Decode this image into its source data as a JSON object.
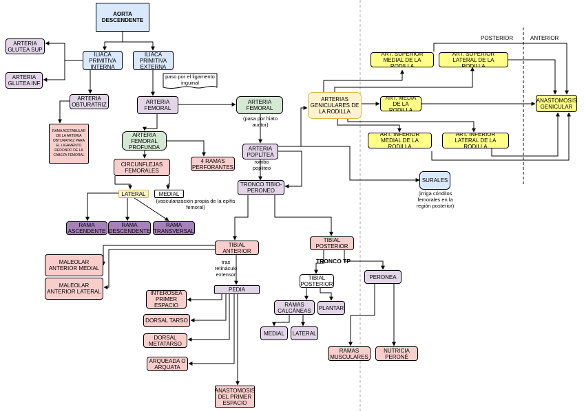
{
  "nodes": {
    "aorta": "AORTA DESCENDENTE",
    "iliaca_interna": "ILIACA PRIMITIVA INTERNA",
    "iliaca_externa": "ILIACA PRIMITIVA EXTERNA",
    "glutea_sup": "ARTERIA GLUTEA SUP",
    "glutea_inf": "ARTERIA GLUTEA INF",
    "obturatriz": "ARTERIA OBTURATRIZ",
    "rama_acetabular": "RAMA ACETABULAR DE LA ARTERIA OBTURATRIZ PARA EL LIGAMENTO REDONDO DE LA CABEZA FEMORAL",
    "arteria_femoral": "ARTERIA FEMORAL",
    "arteria_femoral_2": "ARTERIA FEMORAL",
    "femoral_profunda": "ARTERIA FEMORAL PROFUNDA",
    "ramas_perforantes": "4 RAMAS PERFORANTES",
    "circunflejas": "CIRCUNFLEJAS FEMORALES",
    "lateral": "LATERAL",
    "medial": "MEDIAL",
    "rama_ascendente": "RAMA ASCENDENTE",
    "rama_descendente": "RAMA DESCENDENTE",
    "rama_transversal": "RAMA TRANSVERSAL",
    "poplitea": "ARTERIA POPLÍTEA",
    "geniculares": "ARTERIAS GENICULARES DE LA RODILLA",
    "sup_medial": "ART. SUPERIOR MEDIAL DE LA RODILLA",
    "sup_lateral": "ART. SUPERIOR LATERAL DE LA RODILLA",
    "media": "ART. MEDIA DE LA RODILLA",
    "inf_medial": "ART. INFERIOR MEDIAL DE LA RODILLA",
    "inf_lateral": "ART. INFERIOR LATERAL DE LA RODILLA",
    "anastomosis_genicular": "ANASTOMOSIS GENICULAR",
    "surales": "SURALES",
    "tronco_tibio": "TRONCO TIBIO-PERONEO",
    "tibial_anterior": "TIBIAL ANTERIOR",
    "tibial_posterior": "TIBIAL POSTERIOR",
    "maleolar_medial": "MALEOLAR ANTERIOR MEDIAL",
    "maleolar_lateral": "MALEOLAR ANTERIOR LATERAL",
    "pedia": "PEDIA",
    "interosea": "INTEROSEA PRIMER ESPACIO",
    "dorsal_tarso": "DORSAL TARSO",
    "dorsal_metatarso": "DORSAL METATARSO",
    "arqueada": "ARQUEADA O ARQUATA",
    "anastomosis_primer": "ANASTOMOSIS DEL PRIMER ESPACIO",
    "tibial_posterior_2": "TIBIAL POSTERIOR",
    "peronea": "PERONEA",
    "ramas_calcaneas": "RAMAS CALCÁNEAS",
    "plantar": "PLANTAR",
    "medial_2": "MEDIAL",
    "lateral_2": "LATERAL",
    "ramas_musculares": "RAMAS MUSCULARES",
    "nutricia": "NUTRICIA PERONÉ"
  },
  "notes": {
    "ligamento": "paso por el ligamento inguinal",
    "hiato": "(pasa por hiato auctor)",
    "rombo": "rombo popliteo",
    "epifisis": "(vascularización propia de la epífis femoral)",
    "irriga": "(irriga cóndilos femorales en la región posterior)",
    "retinaculo": "tras retináculo extensor",
    "tronco_tp": "TRONCO TP"
  },
  "headers": {
    "posterior": "POSTERIOR",
    "anterior": "ANTERIOR"
  }
}
